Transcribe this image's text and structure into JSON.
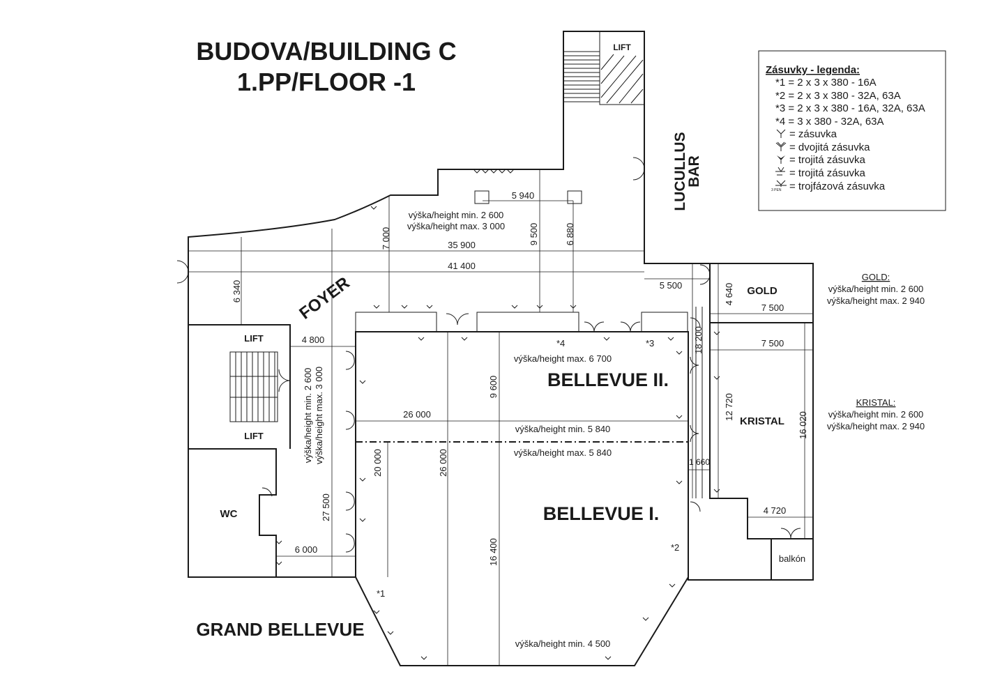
{
  "title": {
    "line1": "BUDOVA/BUILDING C",
    "line2": "1.PP/FLOOR -1"
  },
  "rooms": {
    "foyer": "FOYER",
    "lucullus": "LUCULLUS",
    "bar": "BAR",
    "lift_top": "LIFT",
    "lift_left_top": "LIFT",
    "lift_left_bottom": "LIFT",
    "wc": "WC",
    "bellevue2": "BELLEVUE II.",
    "bellevue1": "BELLEVUE I.",
    "grand_bellevue": "GRAND BELLEVUE",
    "gold": "GOLD",
    "kristal": "KRISTAL",
    "balkon": "balkón"
  },
  "legend": {
    "heading": "Zásuvky - legenda:",
    "items": [
      "*1 = 2 x 3 x 380 - 16A",
      "*2 = 2 x 3 x 380 - 32A, 63A",
      "*3 = 2 x 3 x 380 - 16A, 32A, 63A",
      "*4 = 3 x 380 - 32A, 63A"
    ],
    "symbols": [
      {
        "icon": "socket-icon",
        "label": "= zásuvka"
      },
      {
        "icon": "double-socket-icon",
        "label": "= dvojitá zásuvka"
      },
      {
        "icon": "triple-socket-icon",
        "label": "= trojitá zásuvka"
      },
      {
        "icon": "triple-socket-alt-icon",
        "label": "= trojitá zásuvka"
      },
      {
        "icon": "three-phase-socket-icon",
        "label": "= trojfázová zásuvka"
      }
    ],
    "three_phase_tag": "3 PEN"
  },
  "heights": {
    "foyer_min": "výška/height min. 2 600",
    "foyer_max": "výška/height max. 3 000",
    "b2_max": "výška/height max. 6 700",
    "b2_min": "výška/height min. 5 840",
    "b1_max": "výška/height max. 5 840",
    "gb_min": "výška/height min. 4 500",
    "side_min": "výška/height min. 2 600",
    "side_max": "výška/height max. 3 000"
  },
  "side_notes": {
    "gold_heading": "GOLD:",
    "gold_min": "výška/height min. 2 600",
    "gold_max": "výška/height max. 2 940",
    "kristal_heading": "KRISTAL:",
    "kristal_min": "výška/height min. 2 600",
    "kristal_max": "výška/height max. 2 940"
  },
  "dimensions": {
    "d5940": "5 940",
    "d7000": "7 000",
    "d9500": "9 500",
    "d6880": "6 880",
    "d35900": "35 900",
    "d41400": "41 400",
    "d6340": "6 340",
    "d5500": "5 500",
    "d4640": "4 640",
    "d7500a": "7 500",
    "d7500b": "7 500",
    "d4800": "4 800",
    "d9600": "9 600",
    "d18200": "18 200",
    "d26000h": "26 000",
    "d12720": "12 720",
    "d16020": "16 020",
    "d1660": "1 660",
    "d20000": "20 000",
    "d26000v": "26 000",
    "d27500": "27 500",
    "d4720": "4 720",
    "d6000": "6 000",
    "d16400": "16 400"
  },
  "sockets": {
    "s1": "*1",
    "s2": "*2",
    "s3": "*3",
    "s4": "*4"
  }
}
